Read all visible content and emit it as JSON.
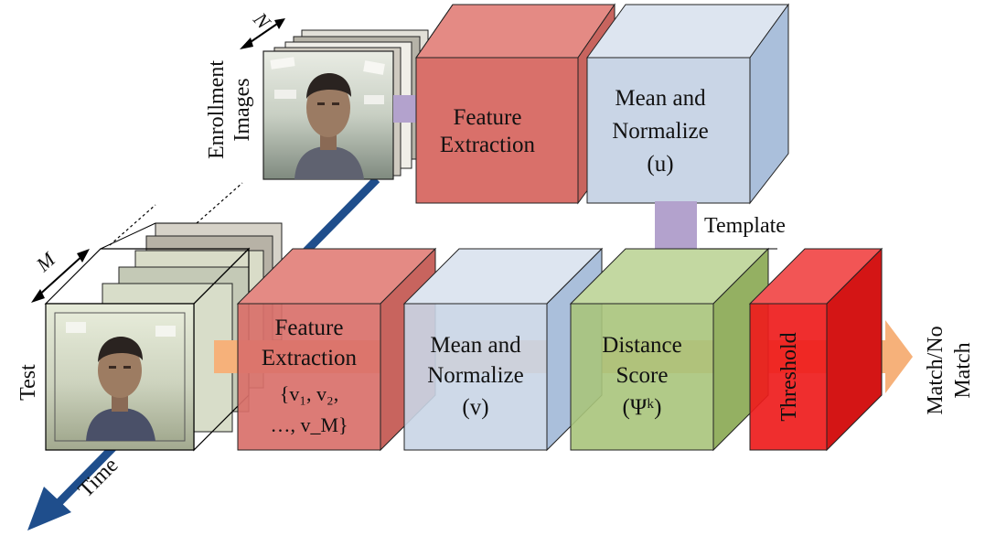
{
  "enrollment": {
    "label_line1": "Enrollment",
    "label_line2": "Images",
    "count_symbol": "N"
  },
  "test": {
    "label": "Test",
    "count_symbol": "M"
  },
  "time_label": "Time",
  "top_row": {
    "feature_extraction": {
      "line1": "Feature",
      "line2": "Extraction"
    },
    "mean_normalize": {
      "line1": "Mean and",
      "line2": "Normalize",
      "line3": "(u)"
    }
  },
  "template_label": "Template",
  "bottom_row": {
    "feature_extraction": {
      "line1": "Feature",
      "line2": "Extraction",
      "line3": "{v₁, v₂,",
      "line4": "…, v_M}"
    },
    "mean_normalize": {
      "line1": "Mean and",
      "line2": "Normalize",
      "line3": "(v)"
    },
    "distance_score": {
      "line1": "Distance",
      "line2": "Score",
      "line3": "(Ψᵏ)"
    },
    "threshold": {
      "label": "Threshold"
    }
  },
  "output": {
    "line1": "Match/No",
    "line2": "Match"
  },
  "colors": {
    "feature_red": "#d9706a",
    "mean_blue": "#c9d5e6",
    "distance_green": "#a9c47b",
    "threshold_red": "#ee1c1c",
    "flow_orange": "#f6b17a",
    "template_purple": "#b3a2cd",
    "time_arrow_blue": "#1f4e8c"
  }
}
